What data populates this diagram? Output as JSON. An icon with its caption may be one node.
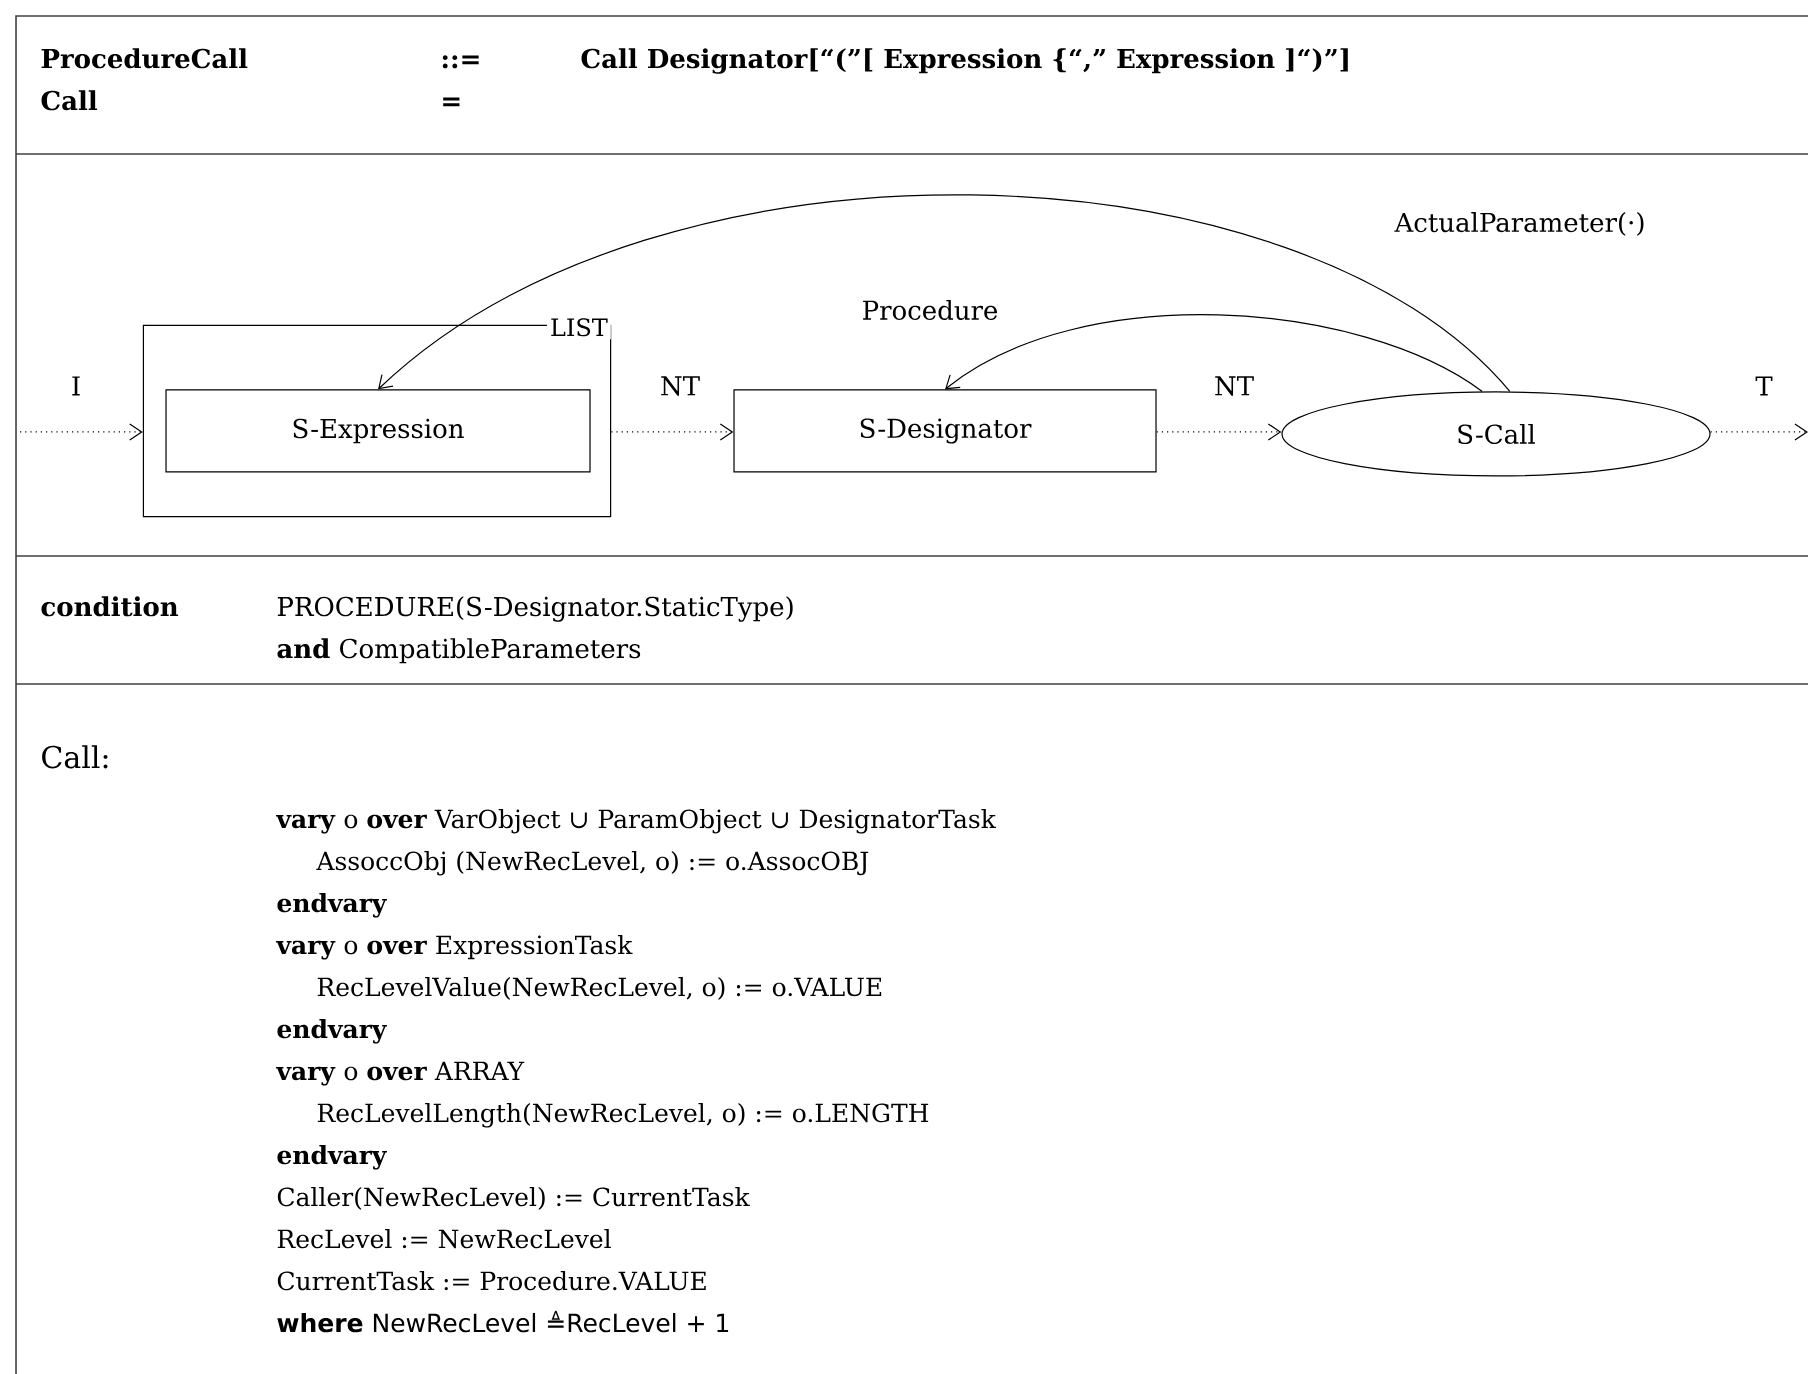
{
  "diagram": {
    "nodes": [
      {
        "text": [
          "LIST"
        ]
      },
      {
        "text": [
          "S-Expression"
        ],
        "in": 0
      },
      {
        "text": [
          "S-Designator"
        ]
      },
      {
        "text": [
          "S-Call"
        ]
      }
    ],
    "edges": [
      {
        "from": null,
        "to": 0,
        "arrow": "to",
        "label": "I",
        "style": "dashed"
      },
      {
        "from": 0,
        "to": 2,
        "arrow": "to",
        "label": "NT",
        "style": "dashed"
      },
      {
        "from": 2,
        "to": 3,
        "arrow": "to",
        "label": "NT",
        "style": "dashed"
      },
      {
        "from": 3,
        "to": null,
        "arrow": "to",
        "label": "T",
        "style": "dashed"
      },
      {
        "from": 3,
        "to": 2,
        "arrow": "to",
        "label": "Procedure"
      },
      {
        "from": 3,
        "to": 1,
        "arrow": "to",
        "label": "ActualParameter(·)"
      }
    ],
    "labels": [
      "ProcedureCall",
      "::=",
      "Call Designator[“(”[ Expression {“,” Expression ]“)”]",
      "Call",
      "=",
      "condition",
      "PROCEDURE(S-Designator.StaticType)",
      "**and** CompatibleParameters",
      "Call:",
      "**vary** o **over** VarObject ∪ ParamObject ∪ DesignatorTask",
      "AssoccObj (NewRecLevel, o) := o.AssocOBJ",
      "**endvary**",
      "**vary** o **over** ExpressionTask",
      "RecLevelValue(NewRecLevel, o) := o.VALUE",
      "**endvary**",
      "**vary** o **over** ARRAY",
      "RecLevelLength(NewRecLevel, o) := o.LENGTH",
      "**endvary**",
      "Caller(NewRecLevel) := CurrentTask",
      "RecLevel := NewRecLevel",
      "CurrentTask := Procedure.VALUE",
      "**where** NewRecLevel ≜RecLevel + 1"
    ]
  }
}
